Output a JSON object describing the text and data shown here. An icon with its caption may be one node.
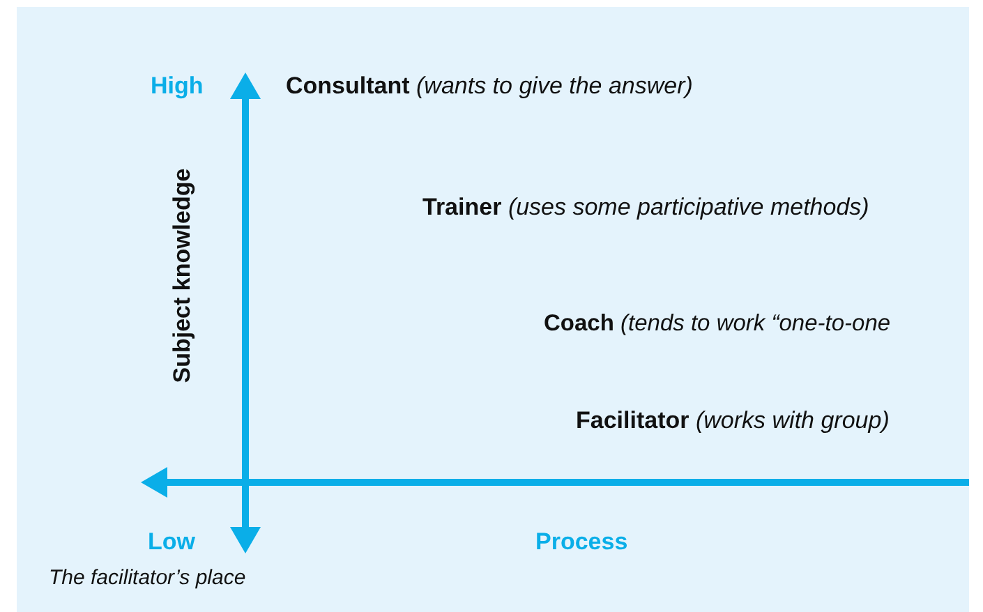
{
  "diagram": {
    "labels": [
      "High",
      "**Consultant** *(wants to give the answer)*",
      "Subject knowledge",
      "**Trainer** *(uses some participative methods)*",
      "**Coach** *(tends to work “one-to-one*",
      "**Facilitator** *(works with group)*",
      "Low",
      "Process",
      "The facilitator’s place"
    ]
  }
}
